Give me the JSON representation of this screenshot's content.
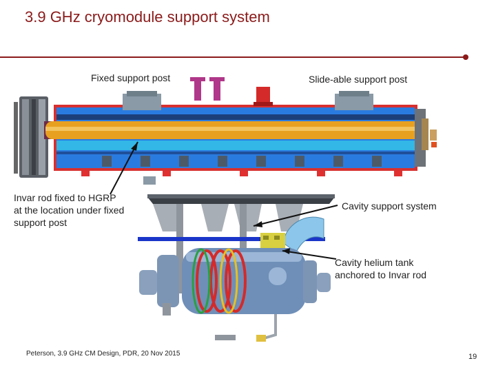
{
  "slide": {
    "title": "3.9 GHz cryomodule support system",
    "footer": "Peterson, 3.9 GHz CM Design, PDR, 20 Nov 2015",
    "page_number": "19"
  },
  "labels": {
    "fixed_post": "Fixed support post",
    "slide_post": "Slide-able support post",
    "invar_line1": "Invar rod fixed to HGRP",
    "invar_line2": "at the location under fixed",
    "invar_line3": "support post",
    "cavity_support": "Cavity support system",
    "helium_line1": "Cavity helium tank",
    "helium_line2": "anchored to Invar rod"
  },
  "colors": {
    "accent": "#8b1a1a",
    "vessel_blue": "#1e6fd9",
    "pipe_orange": "#e8a020",
    "shield_red": "#d83030"
  }
}
